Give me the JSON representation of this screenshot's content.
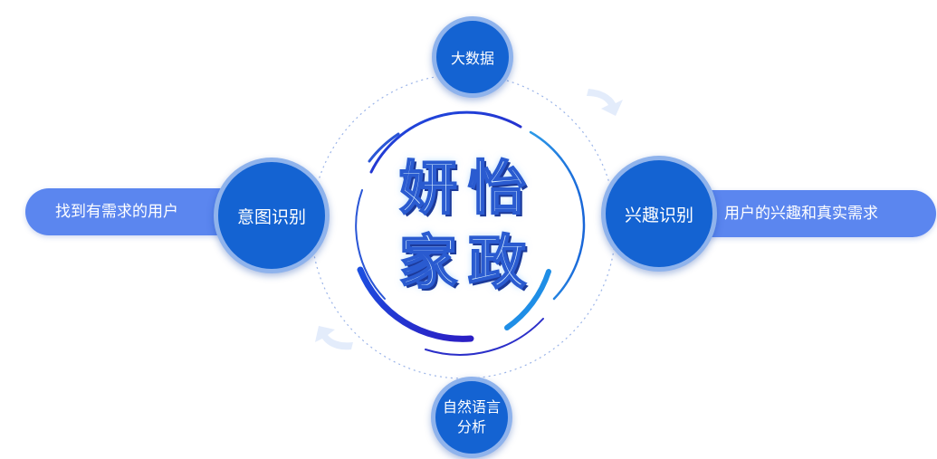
{
  "center": {
    "title_chars": [
      "妍",
      "怡",
      "家",
      "政"
    ]
  },
  "nodes": {
    "top": {
      "label": "大数据"
    },
    "left": {
      "label": "意图识别"
    },
    "right": {
      "label": "兴趣识别"
    },
    "bottom": {
      "label_line1": "自然语言",
      "label_line2": "分析"
    }
  },
  "pills": {
    "left": "找到有需求的用户",
    "right": "用户的兴趣和真实需求"
  },
  "colors": {
    "node_fill": "#1463d2",
    "node_border": "#8fb3ec",
    "pill_fill": "#5b86ef",
    "ring_dashed": "#9bb4e8",
    "arc_blue": "#2a56d6",
    "arc_light": "#1f8ee6",
    "arrow_tint": "#e3ecfb"
  }
}
